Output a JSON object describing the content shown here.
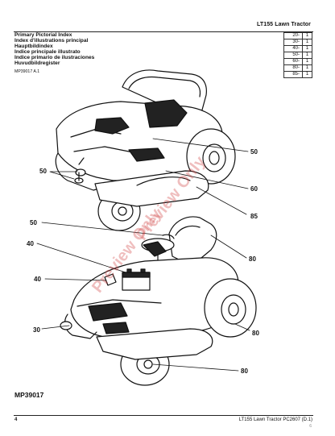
{
  "header": {
    "title": "LT155 Lawn Tractor",
    "index_lines": [
      "Primary Pictorial Index",
      "Index d'illustrations principal",
      "Hauptbildindex",
      "Indice principale illustrato",
      "Indice primario de ilustraciones",
      "Huvudbildregister"
    ],
    "code": "MP39017 A.1"
  },
  "page_index": [
    {
      "page": "20-",
      "count": "1"
    },
    {
      "page": "30-",
      "count": "1"
    },
    {
      "page": "40-",
      "count": "1"
    },
    {
      "page": "50-",
      "count": "1"
    },
    {
      "page": "60-",
      "count": "1"
    },
    {
      "page": "80-",
      "count": "1"
    },
    {
      "page": "85-",
      "count": "1"
    }
  ],
  "callouts": {
    "upper_50_right": "50",
    "upper_50_left": "50",
    "upper_60": "60",
    "upper_85": "85",
    "lower_50": "50",
    "lower_40_top": "40",
    "lower_80_right": "80",
    "lower_40_left": "40",
    "lower_30": "30",
    "lower_80_side": "80",
    "lower_80_bottom": "80"
  },
  "watermark": {
    "line1": "Preview Only",
    "line2": "Preview Only"
  },
  "figure_label": "MP39017",
  "footer": {
    "page_number": "4",
    "publication": "LT155 Lawn Tractor   PC2607   (D.1)",
    "revision": "6"
  }
}
